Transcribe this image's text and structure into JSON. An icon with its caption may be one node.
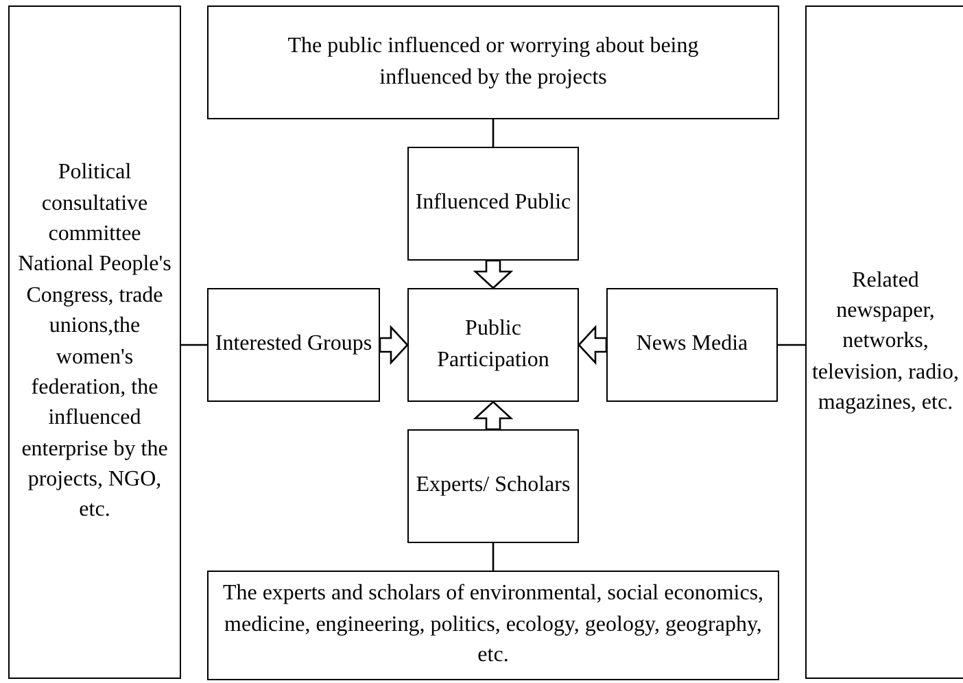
{
  "diagram": {
    "nodes": [
      {
        "text": [
          "Political consultative committee National People's Congress, trade unions,the women's federation, the influenced enterprise by the projects, NGO, etc."
        ]
      },
      {
        "text": [
          "The public influenced or worrying about being influenced by the projects"
        ]
      },
      {
        "text": [
          "Influenced Public"
        ]
      },
      {
        "text": [
          "Interested Groups"
        ]
      },
      {
        "text": [
          "Public Participation"
        ]
      },
      {
        "text": [
          "News Media"
        ]
      },
      {
        "text": [
          "Experts/ Scholars"
        ]
      },
      {
        "text": [
          "The experts and scholars of environmental, social economics, medicine, engineering, politics, ecology, geology, geography, etc."
        ]
      },
      {
        "text": [
          "Related newspaper, networks, television, radio, magazines, etc."
        ]
      }
    ],
    "edges": [
      {
        "from": 1,
        "to": 2,
        "arrow": "none"
      },
      {
        "from": 2,
        "to": 4,
        "arrow": "to",
        "style": "thick"
      },
      {
        "from": 0,
        "to": 3,
        "arrow": "none"
      },
      {
        "from": 3,
        "to": 4,
        "arrow": "to",
        "style": "thick"
      },
      {
        "from": 5,
        "to": 4,
        "arrow": "to",
        "style": "thick"
      },
      {
        "from": 8,
        "to": 5,
        "arrow": "none"
      },
      {
        "from": 6,
        "to": 4,
        "arrow": "to",
        "style": "thick"
      },
      {
        "from": 7,
        "to": 6,
        "arrow": "none"
      }
    ]
  }
}
